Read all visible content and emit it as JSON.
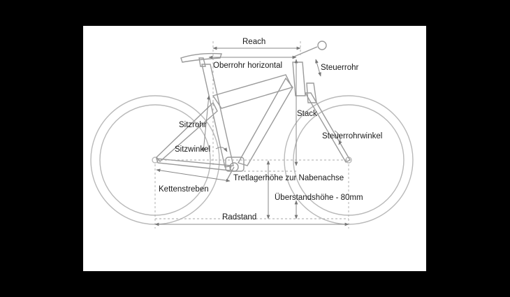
{
  "labels": {
    "reach": "Reach",
    "oberrohr": "Oberrohr horizontal",
    "steuerrohr": "Steuerrohr",
    "stack": "Stack",
    "sitzrohr": "Sitzrohr",
    "steuerrohrwinkel": "Steuerrohrwinkel",
    "sitzwinkel": "Sitzwinkel",
    "tretlager": "Tretlagerhöhe zur Nabenachse",
    "kettenstreben": "Kettenstreben",
    "ueberstand": "Überstandshöhe - 80mm",
    "radstand": "Radstand"
  }
}
